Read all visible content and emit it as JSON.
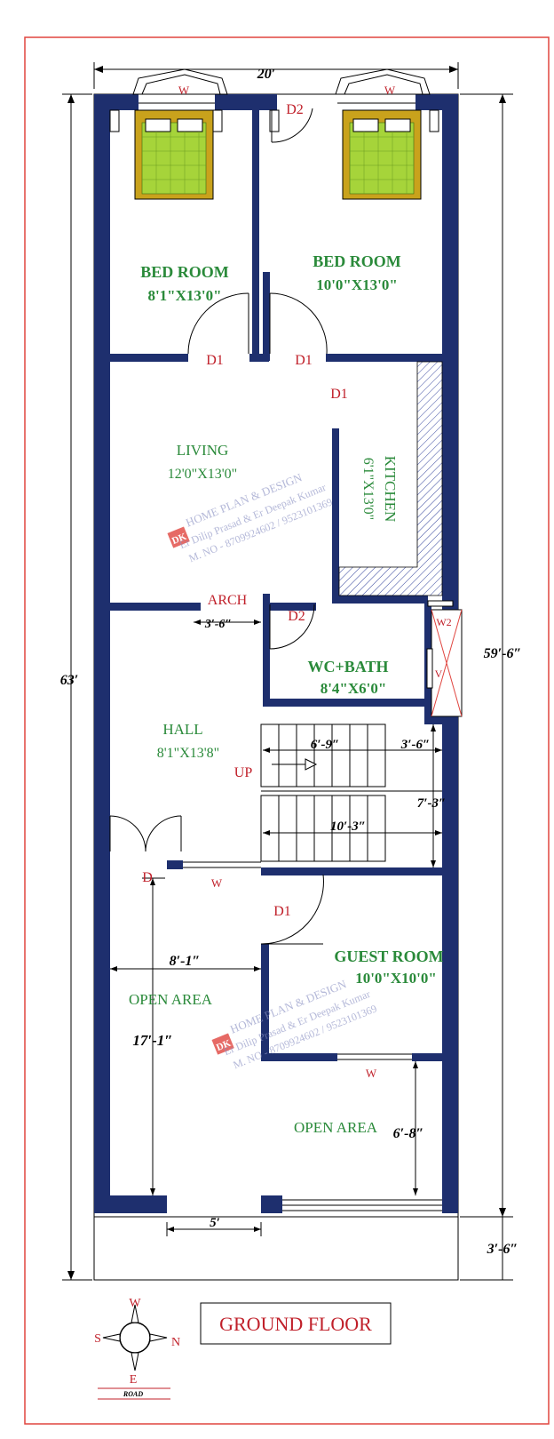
{
  "colors": {
    "border": "#e0453f",
    "wall": "#1e2f6e",
    "room_label": "#2a8a3a",
    "door_label": "#c0202a",
    "bed_frame": "#c9a21c",
    "bed_mattress": "#a6d43a"
  },
  "dims": {
    "width": "20′",
    "left_total": "63′",
    "right_main": "59′-6″",
    "right_setback": "3′-6″",
    "arch_width": "3′-6″",
    "stair_landing": "6′-9″",
    "stair_side": "3′-6″",
    "stair_height": "7′-3″",
    "stair_width": "10′-3″",
    "open_area_width": "8′-1″",
    "open_area_depth": "17′-1″",
    "open_area2_depth": "6′-8″",
    "gate_width": "5′"
  },
  "rooms": {
    "bed1": {
      "name": "BED ROOM",
      "size": "8'1\"X13'0\""
    },
    "bed2": {
      "name": "BED ROOM",
      "size": "10'0\"X13'0\""
    },
    "living": {
      "name": "LIVING",
      "size": "12'0\"X13'0\""
    },
    "kitchen": {
      "name": "KITCHEN",
      "size": "6'1\"X13'0\""
    },
    "wc": {
      "name": "WC+BATH",
      "size": "8'4\"X6'0\""
    },
    "hall": {
      "name": "HALL",
      "size": "8'1\"X13'8\""
    },
    "guest": {
      "name": "GUEST ROOM",
      "size": "10'0\"X10'0\""
    },
    "open1": {
      "name": "OPEN AREA"
    },
    "open2": {
      "name": "OPEN AREA"
    }
  },
  "labels": {
    "window": "W",
    "door_d1": "D1",
    "door_d2": "D2",
    "door_d": "D",
    "window_w2": "W2",
    "vent": "V",
    "arch": "ARCH",
    "up": "UP"
  },
  "watermark": {
    "brand": "DK",
    "line1": "HOME PLAN & DESIGN",
    "line2": "Er Dilip Prasad & Er Deepak Kumar",
    "line3": "M. NO - 8709924602 / 9523101369"
  },
  "compass": {
    "north": "N",
    "south": "S",
    "east": "E",
    "west": "W",
    "road": "ROAD"
  },
  "title": "GROUND FLOOR"
}
